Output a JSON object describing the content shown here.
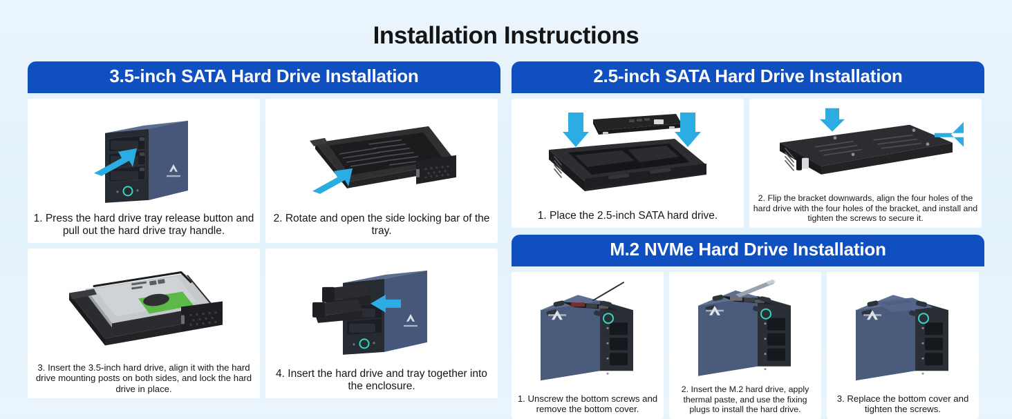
{
  "title": "Installation Instructions",
  "theme": {
    "background": "#e6f3fc",
    "header_blue": "#0f4fbf",
    "arrow_cyan": "#29abe2",
    "card_white": "#ffffff",
    "text_dark": "#161616",
    "enclosure_blue": "#4a5c7a",
    "tray_black": "#2b2b2d",
    "hdd_silver": "#c9ccce",
    "hdd_label_green": "#57b947"
  },
  "sections": [
    {
      "id": "sata35",
      "heading": "3.5-inch SATA Hard Drive Installation",
      "steps": [
        {
          "number": "1.",
          "caption": "1. Press the hard drive tray release button and pull out the hard drive tray handle.",
          "figure": "enclosure-tower-front-arrow"
        },
        {
          "number": "2.",
          "caption": "2. Rotate and open the side locking bar of the tray.",
          "figure": "drive-tray-open-arrow"
        },
        {
          "number": "3.",
          "caption": "3. Insert the 3.5-inch hard drive, align it with the hard drive mounting posts on both sides, and lock the hard drive in place.",
          "figure": "hdd-in-tray"
        },
        {
          "number": "4.",
          "caption": "4. Insert the hard drive and tray together into the enclosure.",
          "figure": "enclosure-trays-inserting"
        }
      ]
    },
    {
      "id": "sata25",
      "heading": "2.5-inch SATA Hard Drive Installation",
      "steps": [
        {
          "number": "1.",
          "caption": "1. Place the 2.5-inch SATA hard drive.",
          "figure": "ssd-above-tray-two-arrows"
        },
        {
          "number": "2.",
          "caption": "2. Flip the bracket downwards, align the four holes of the hard drive with the four holes of the bracket, and install and tighten the screws to secure it.",
          "figure": "tray-flipped-two-arrows"
        }
      ]
    },
    {
      "id": "nvme",
      "heading": "M.2 NVMe Hard Drive Installation",
      "steps": [
        {
          "number": "1.",
          "caption": "1. Unscrew the bottom screws and remove the bottom cover.",
          "figure": "enclosure-bottom-open"
        },
        {
          "number": "2.",
          "caption": "2. Insert the M.2 hard drive, apply thermal paste, and use the fixing plugs to install the hard drive.",
          "figure": "enclosure-m2-inserting"
        },
        {
          "number": "3.",
          "caption": "3. Replace the bottom cover and tighten the screws.",
          "figure": "enclosure-cover-closed"
        }
      ]
    }
  ]
}
